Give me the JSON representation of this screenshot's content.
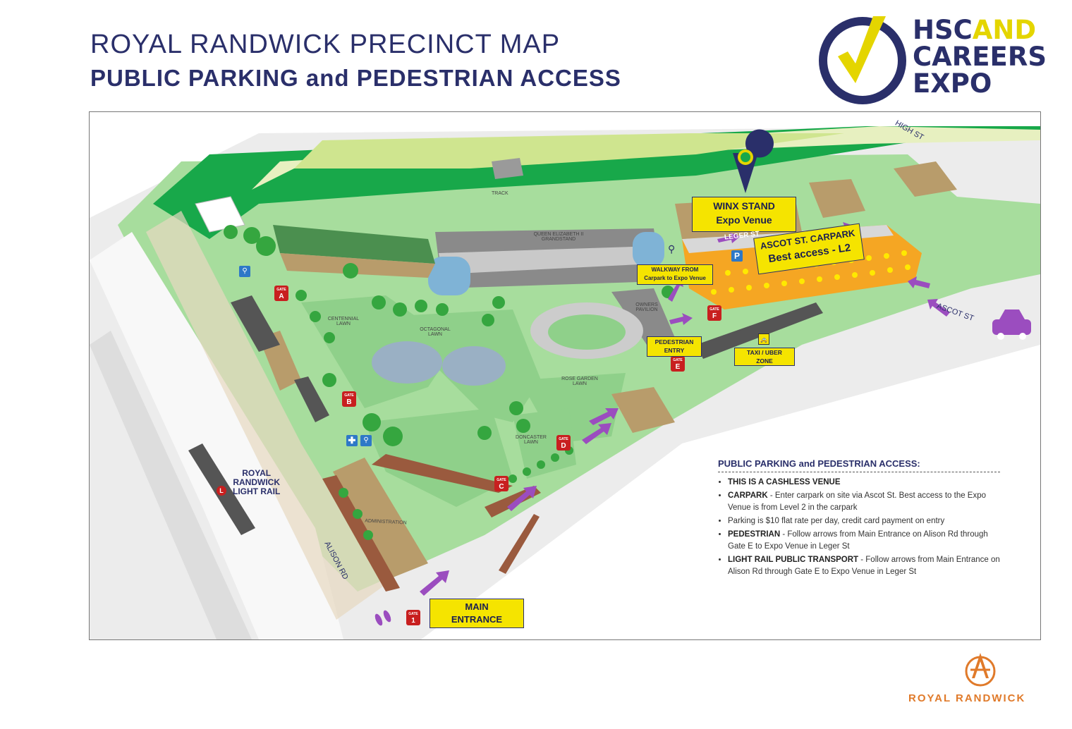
{
  "header": {
    "title": "ROYAL RANDWICK PRECINCT MAP",
    "subtitle": "PUBLIC PARKING and PEDESTRIAN ACCESS"
  },
  "logo": {
    "line1_a": "HSC",
    "line1_b": "AND",
    "line2": "CAREERS",
    "line3": "EXPO"
  },
  "map_labels": {
    "winx_stand_1": "WINX STAND",
    "winx_stand_2": "Expo Venue",
    "ascot_carpark_1": "ASCOT ST. CARPARK",
    "ascot_carpark_2": "Best access - L2",
    "walkway_1": "WALKWAY FROM",
    "walkway_2": "Carpark to Expo Venue",
    "pedestrian_entry_1": "PEDESTRIAN",
    "pedestrian_entry_2": "ENTRY",
    "taxi_1": "TAXI / UBER",
    "taxi_2": "ZONE",
    "main_entrance_1": "MAIN",
    "main_entrance_2": "ENTRANCE",
    "track": "TRACK",
    "grandstand_1": "QUEEN ELIZABETH II",
    "grandstand_2": "GRANDSTAND",
    "owners_1": "OWNERS",
    "owners_2": "PAVILION",
    "centennial_1": "CENTENNIAL",
    "centennial_2": "LAWN",
    "octagonal_1": "OCTAGONAL",
    "octagonal_2": "LAWN",
    "rose_garden_1": "ROSE GARDEN",
    "rose_garden_2": "LAWN",
    "doncaster_1": "DONCASTER",
    "doncaster_2": "LAWN",
    "administration": "ADMINISTRATION",
    "leger_st": "LEGER ST",
    "high_st": "HIGH ST",
    "ascot_st": "ASCOT ST",
    "alison_rd": "ALISON RD",
    "light_rail_1": "ROYAL",
    "light_rail_2": "RANDWICK",
    "light_rail_3": "LIGHT RAIL",
    "light_rail_icon": "L",
    "parking_icon": "P"
  },
  "gates": {
    "gate_word": "GATE",
    "a": "A",
    "b": "B",
    "c": "C",
    "d": "D",
    "e": "E",
    "f": "F",
    "one": "1"
  },
  "legend": {
    "heading": "PUBLIC PARKING and PEDESTRIAN ACCESS:",
    "item1_bold": "THIS IS A CASHLESS VENUE",
    "item2_bold": "CARPARK",
    "item2_text": " - Enter carpark on site via Ascot St. Best access to the Expo Venue is from Level 2 in the carpark",
    "item3_text": "Parking is $10 flat rate per day, credit card payment on entry",
    "item4_bold": "PEDESTRIAN",
    "item4_text": " - Follow arrows from Main Entrance on Alison Rd through Gate E to Expo Venue in Leger St",
    "item5_bold": "LIGHT RAIL PUBLIC TRANSPORT",
    "item5_text": " - Follow arrows from Main Entrance on Alison Rd through Gate E to Expo Venue in Leger St"
  },
  "footer": {
    "brand": "ROYAL RANDWICK"
  },
  "colors": {
    "navy": "#2a2f6a",
    "yellow": "#f5e400",
    "lawn": "#8fd08a",
    "track": "#1faa4f",
    "arrow": "#9b4dbf",
    "gate": "#c81f1f",
    "brand_orange": "#e07a2a"
  }
}
